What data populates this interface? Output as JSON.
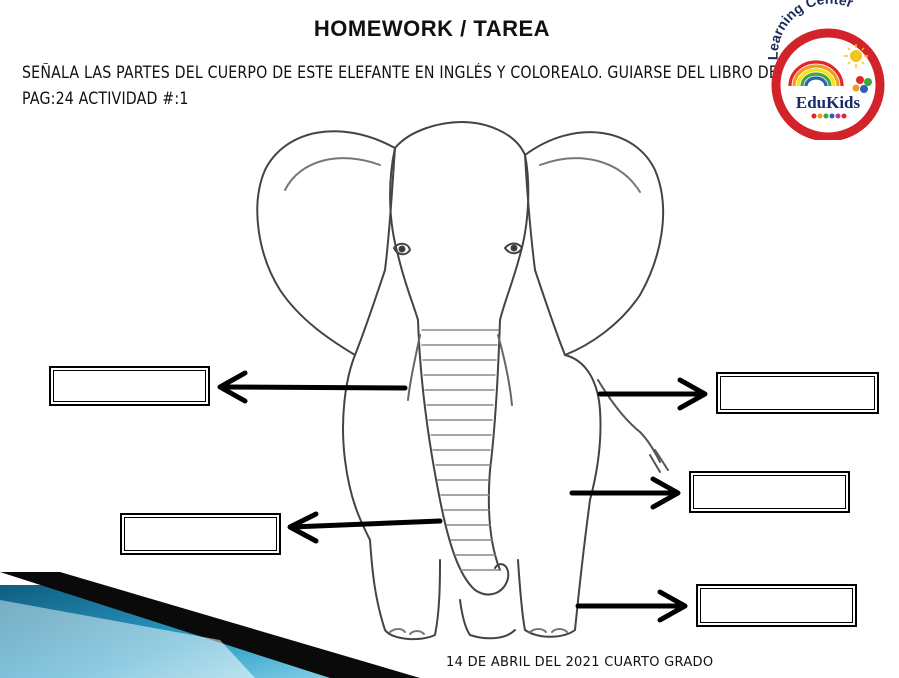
{
  "header": {
    "title": "HOMEWORK / TAREA"
  },
  "instructions": {
    "line1": "SEÑALA LAS PARTES DEL CUERPO DE ESTE ELEFANTE EN INGLÉS Y COLOREALO. GUIARSE DEL LIBRO DEL",
    "line2": "PAG:24  ACTIVIDAD #:1"
  },
  "logo": {
    "top_text": "Learning Center",
    "brand": "EduKids"
  },
  "footer": {
    "text": "14 DE ABRIL DEL 2021 CUARTO GRADO"
  },
  "answer_boxes": [
    "",
    "",
    "",
    "",
    ""
  ],
  "colors": {
    "logo_red": "#d2232a",
    "banner_blue": "#1a7fa6",
    "banner_dark": "#0a0a0a"
  }
}
